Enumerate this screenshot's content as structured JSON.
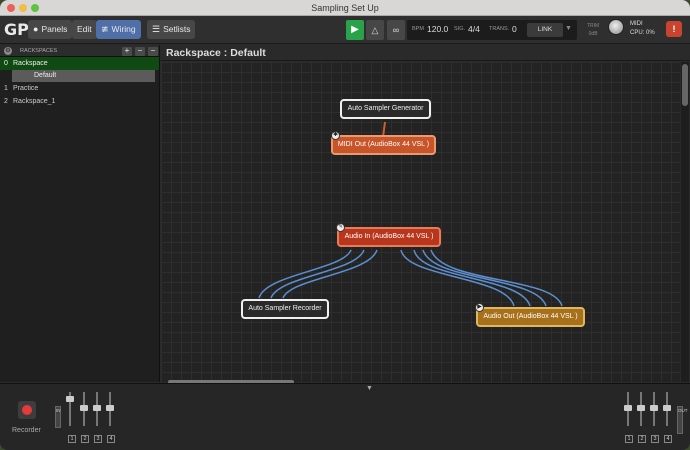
{
  "window": {
    "title": "Sampling Set Up"
  },
  "toolbar": {
    "logo": "GP",
    "panels_label": "Panels",
    "edit_label": "Edit",
    "wiring_label": "Wiring",
    "setlists_label": "Setlists",
    "bpm_label": "BPM",
    "bpm_value": "120.0",
    "sig_label": "SIG.",
    "sig_value": "4/4",
    "trans_label": "TRANS.",
    "trans_value": "0",
    "link_label": "LINK",
    "trim_label": "TRIM",
    "trim_value": "0dB",
    "midi_label": "MIDI",
    "cpu_label": "CPU:",
    "cpu_value": "0%",
    "panic_label": "!"
  },
  "sidebar": {
    "header": "RACKSPACES",
    "add": "+",
    "remove": "−",
    "more": "−",
    "items": [
      {
        "num": "0",
        "label": "Rackspace"
      },
      {
        "num": "",
        "label": "Default"
      },
      {
        "num": "1",
        "label": "Practice"
      },
      {
        "num": "2",
        "label": "Rackspace_1"
      }
    ]
  },
  "canvas": {
    "title": "Rackspace : Default",
    "nodes": {
      "generator": "Auto Sampler Generator",
      "midi_out": "MIDI Out (AudioBox 44 VSL )",
      "audio_in": "Audio In (AudioBox 44 VSL )",
      "recorder": "Auto Sampler Recorder",
      "audio_out": "Audio Out (AudioBox 44 VSL )"
    }
  },
  "bottom": {
    "recorder_label": "Recorder",
    "in_tag": "IN",
    "out_tag": "OUT",
    "in_channels": [
      "1",
      "2",
      "3",
      "4"
    ],
    "out_channels": [
      "1",
      "2",
      "3",
      "4"
    ]
  },
  "colors": {
    "wiring_active": "#4e6fa8",
    "play": "#29a34a",
    "selected_rackspace": "#0f4a12",
    "node_orange": "#c8542a",
    "node_red": "#b8361c",
    "node_gold": "#a7711b",
    "wire": "#5b8fd0",
    "midi_wire": "#d0602a"
  }
}
